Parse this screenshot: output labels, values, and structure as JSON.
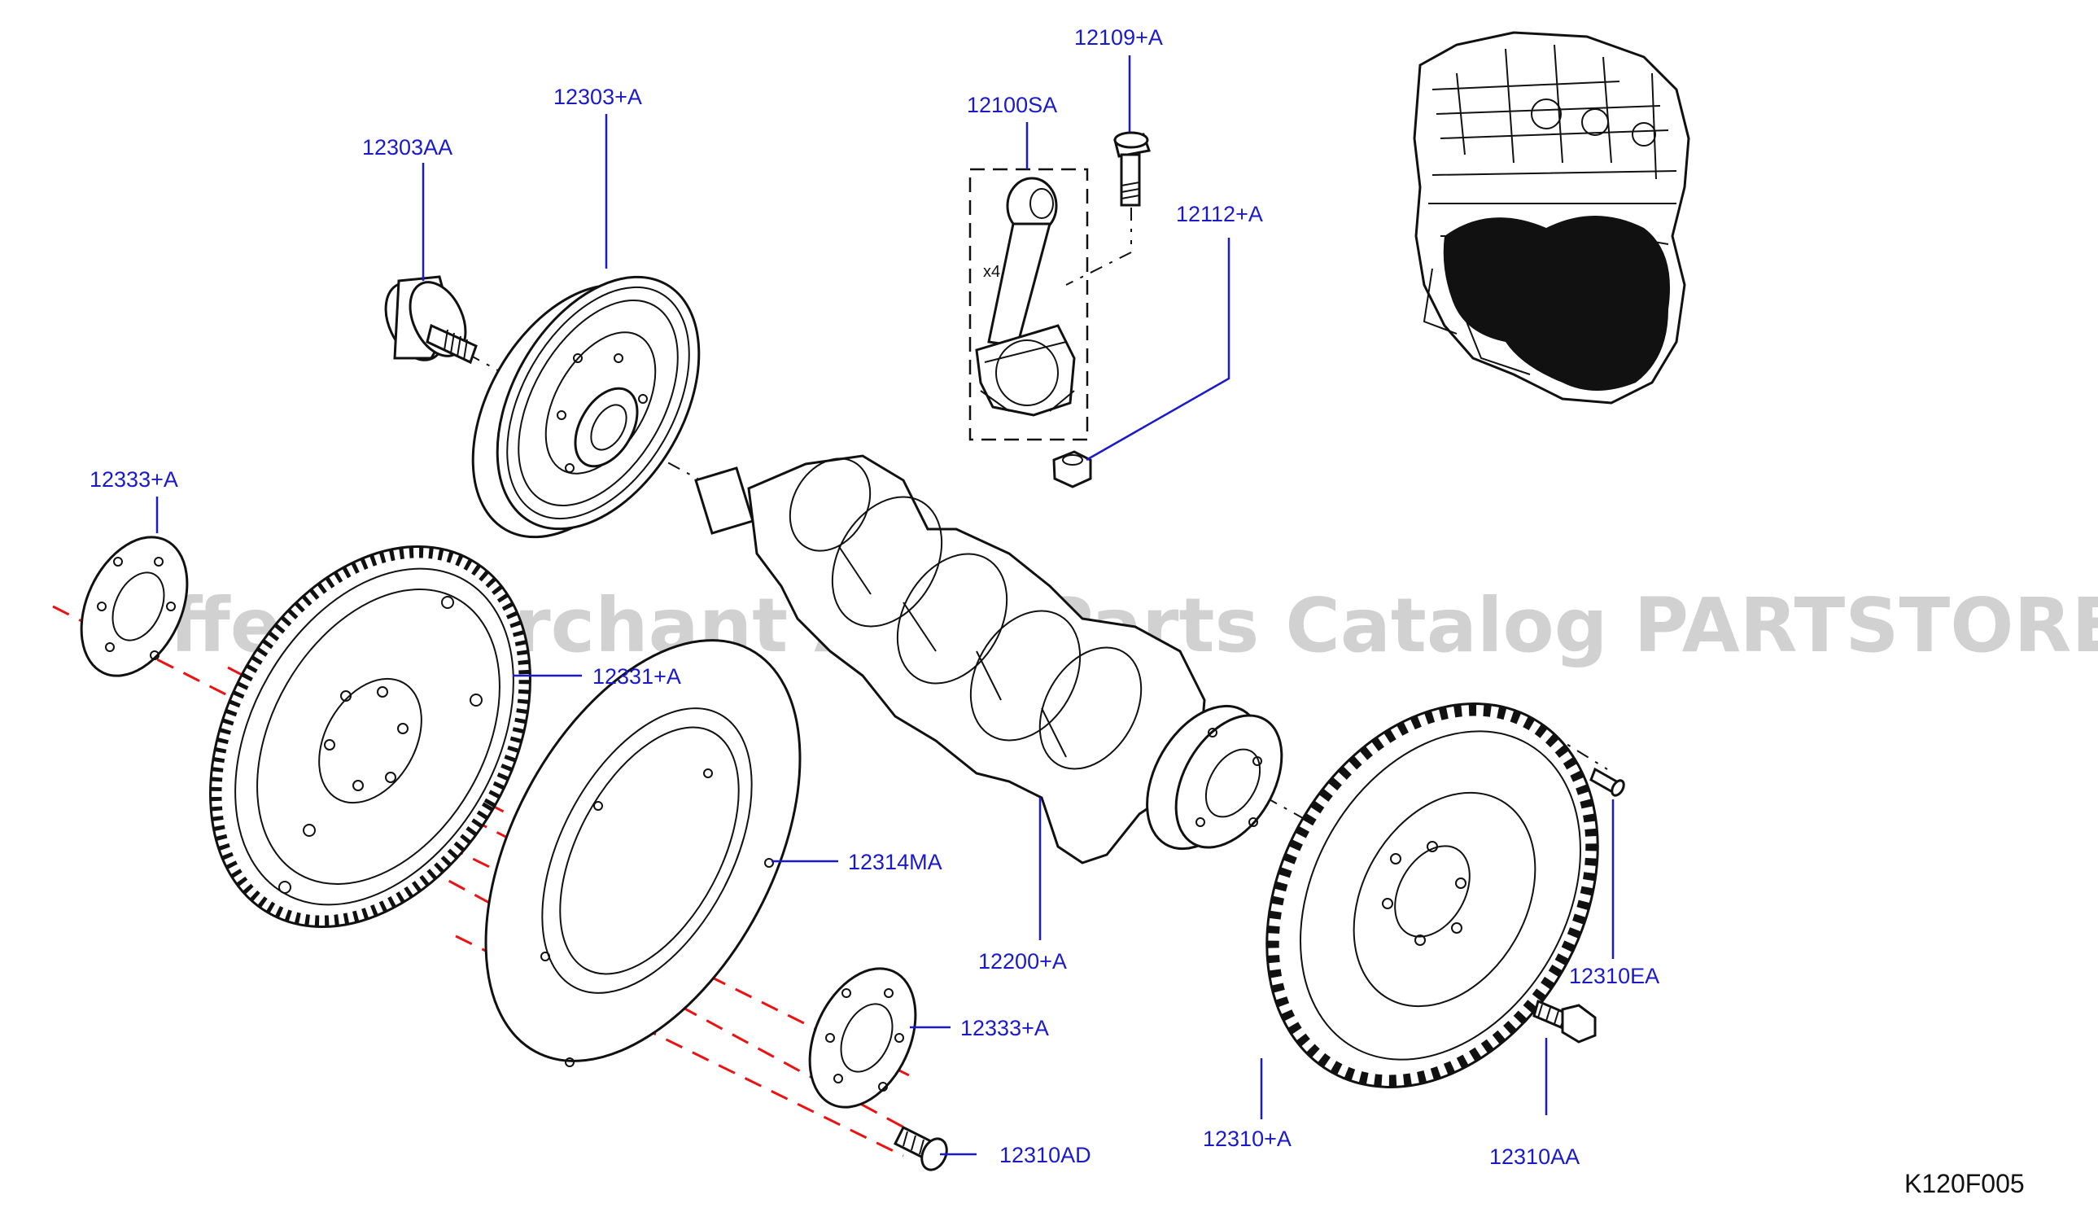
{
  "diagram_code": "K120F005",
  "watermark": "Offers Merchant Auto Parts Catalog PARTSTORE.SA",
  "rod_quantity": "x4",
  "callouts": {
    "c12303AA": "12303AA",
    "c12303A": "12303+A",
    "c12100SA": "12100SA",
    "c12109A": "12109+A",
    "c12112A": "12112+A",
    "c12333A_top": "12333+A",
    "c12331A": "12331+A",
    "c12314MA": "12314MA",
    "c12200A": "12200+A",
    "c12310EA": "12310EA",
    "c12333A_bottom": "12333+A",
    "c12310AD": "12310AD",
    "c12310A": "12310+A",
    "c12310AA": "12310AA"
  },
  "colors": {
    "callout_text": "#1a1acc",
    "center_axis": "#e11111",
    "line_art": "#111111"
  }
}
